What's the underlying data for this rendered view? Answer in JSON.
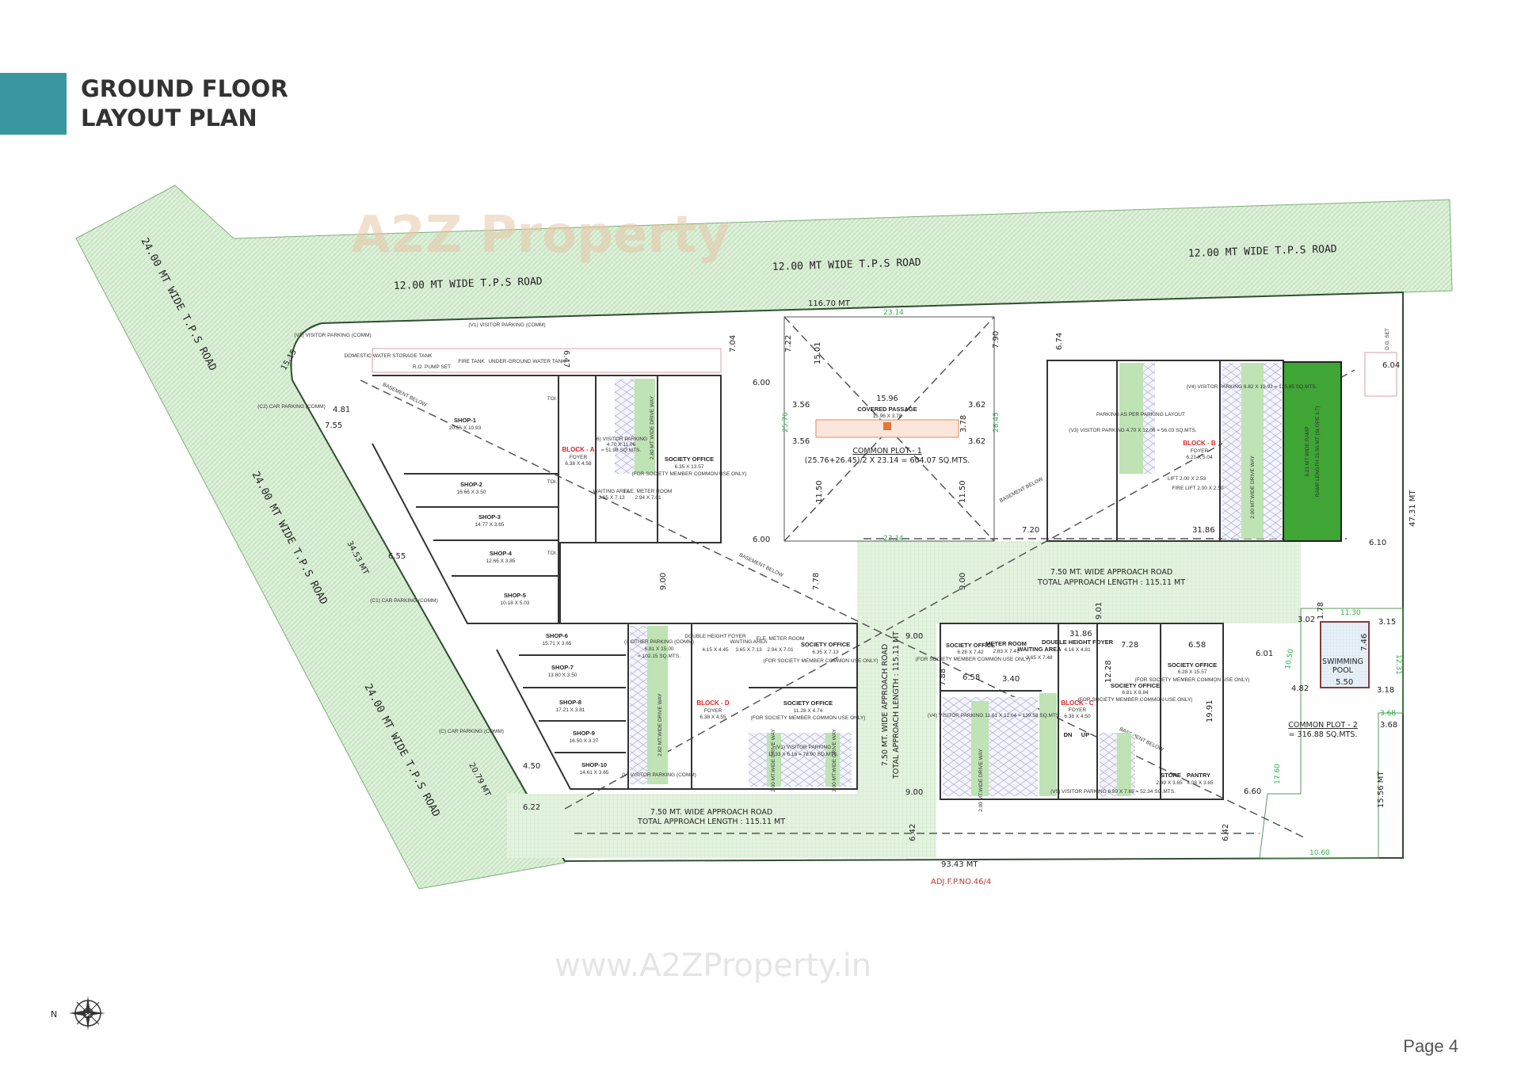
{
  "header": {
    "title_line1": "GROUND FLOOR",
    "title_line2": "LAYOUT PLAN",
    "accent_color": "#3a97a0"
  },
  "colors": {
    "road_green": "#cfe8cc",
    "ramp_green": "#3fa535",
    "driveway_green": "#bfe3b4",
    "block_label_red": "#e02424",
    "green_dimension": "#2db34a"
  },
  "watermark": {
    "logo": "A2Z Property",
    "url": "www.A2ZProperty.in"
  },
  "roads": {
    "top_road": "12.00 MT  WIDE  T.P.S  ROAD",
    "diagonal_road": "24.00 MT  WIDE  T.P.S  ROAD",
    "approach_road": "7.50 MT. WIDE APPROACH ROAD",
    "approach_length": "TOTAL APPROACH LENGTH : 115.11 MT",
    "approach_road_vertical": "7.50 MT. WIDE APPROACH ROAD",
    "approach_length_vertical": "TOTAL APPROACH LENGTH : 115.11 MT"
  },
  "boundary": {
    "top": "116.70 MT",
    "bottom": "93.43 MT",
    "right": "47.31 MT",
    "right_lower": "15.56 MT",
    "adjacent": "ADJ.F.P.NO.46/4"
  },
  "dimensions": {
    "d1515": "15.15",
    "d481": "4.81",
    "d755": "7.55",
    "d3453": "34.53 MT",
    "d655": "6.55",
    "d450": "4.50",
    "d622": "6.22",
    "d2079": "20.79 MT",
    "d600a": "6.00",
    "d600b": "6.00",
    "d704": "7.04",
    "d722": "7.22",
    "d1501": "15.01",
    "d790": "7.90",
    "d674": "6.74",
    "d647": "6.47",
    "d900a": "9.00",
    "d900b": "9.00",
    "d900c": "9.00",
    "d900d": "9.00",
    "d901": "9.01",
    "d778": "7.78",
    "d1150a": "11.50",
    "d1150b": "11.50",
    "d720": "7.20",
    "d3186": "31.86",
    "d601": "6.01",
    "d610": "6.10",
    "d604": "6.04",
    "d660": "6.60",
    "d642a": "6.42",
    "d642b": "6.42",
    "d2314a": "23.14",
    "d2314b": "23.14",
    "d1130": "11.30",
    "d1050": "10.50",
    "d1231": "12.31",
    "d368g": "3.68",
    "d368": "3.68",
    "d1060": "10.60",
    "d1760": "17.60"
  },
  "common_plot_1": {
    "covered_passage": "COVERED PASSAGE",
    "covered_size": "15.96 X 3.78",
    "width": "15.96",
    "left_top": "3.56",
    "left_bottom": "3.56",
    "right_top": "3.62",
    "right_bottom": "3.62",
    "height": "3.78",
    "left_green": "25.76",
    "right_green": "26.45",
    "title": "COMMON PLOT - 1",
    "formula": "(25.76+26.45)/2 X 23.14 = 604.07 SQ.MTS."
  },
  "common_plot_2": {
    "title": "COMMON PLOT - 2",
    "area": "= 316.88 SQ.MTS."
  },
  "swimming_pool": {
    "label_1": "SWIMMING",
    "label_2": "POOL",
    "width": "5.50",
    "length": "7.46",
    "d302": "3.02",
    "d315": "3.15",
    "d482": "4.82",
    "d318": "3.18",
    "d178": "1.78"
  },
  "shops": [
    {
      "name": "SHOP-1",
      "size": "20.56 X 10.93"
    },
    {
      "name": "SHOP-2",
      "size": "16.66 X 3.50"
    },
    {
      "name": "SHOP-3",
      "size": "14.77 X 3.65"
    },
    {
      "name": "SHOP-4",
      "size": "12.66 X 3.85"
    },
    {
      "name": "SHOP-5",
      "size": "10.18 X 5.03"
    },
    {
      "name": "SHOP-6",
      "size": "15.71 X 3.65"
    },
    {
      "name": "SHOP-7",
      "size": "13.80 X 3.50"
    },
    {
      "name": "SHOP-8",
      "size": "17.21 X 3.81"
    },
    {
      "name": "SHOP-9",
      "size": "16.50 X 3.37"
    },
    {
      "name": "SHOP-10",
      "size": "14.61 X 3.65"
    }
  ],
  "toilet": "TOI.",
  "basement_below": "BASEMENT BELOW",
  "utilities": {
    "visitor_v1": "(V1) VISITOR PARKING (COMM)",
    "visitor_v2": "(V2) VISITOR PARKING (COMM)",
    "car_c2": "(C2) CAR PARKING (COMM)",
    "car_c1": "(C1) CAR PARKING (COMM)",
    "car_c": "(C) CAR PARKING (COMM)",
    "domestic_tank": "DOMESTIC WATER STORAGE TANK",
    "pump": "R.O. PUMP SET",
    "fire_tank": "FIRE TANK",
    "ug_tank": "UNDER-GROUND WATER TANK",
    "dg_set": "D.G. SET"
  },
  "block_a": {
    "name": "BLOCK - A",
    "foyer": "FOYER",
    "foyer_size": "6.38 X 4.58",
    "society": "SOCIETY OFFICE",
    "society_size": "6.35 X 13.57",
    "society_note": "(FOR SOCIETY MEMBER COMMON USE ONLY)",
    "waiting": "WAITING AREA",
    "waiting_size": "3.65 X 7.13",
    "meter": "ELE. METER ROOM",
    "meter_size": "2.94 X 7.01",
    "parking": "(6) VISITOR PARKING",
    "parking_size": "4.70 X 11.06",
    "parking_area": "= 51.98 SQ.MTS.",
    "driveway": "2.80 MT WIDE DRIVE WAY"
  },
  "block_d": {
    "name": "BLOCK - D",
    "foyer": "FOYER",
    "foyer_size": "6.38 X 4.55",
    "dh_foyer": "DOUBLE HEIGHT FOYER",
    "dh_size": "4.15 X 4.45",
    "waiting": "WAITING AREA",
    "waiting_size": "3.65 X 7.13",
    "meter": "ELE. METER ROOM",
    "meter_size": "2.94 X 7.01",
    "society": "SOCIETY OFFICE",
    "society_size": "6.35 X 7.13",
    "society2": "SOCIETY OFFICE",
    "society2_size": "11.28 X 4.74",
    "note": "(FOR SOCIETY MEMBER COMMON USE ONLY)",
    "other_parking": "(ⅰ) OTHER PARKING (COMM)",
    "other_size": "6.81 X 15.00",
    "other_area": "= 102.15 SQ.MTS.",
    "visitor": "(V) VISITOR PARKING (COMM)",
    "driveway": "2.82 MT.WIDE DRIVE WAY",
    "driveway_small": "2.00 MT.WIDE DRIVE WAY",
    "v1": "(V1) VISITOR PARKING",
    "v1_size": "11.33 X 6.16 = 78.90 SQ.MTS."
  },
  "block_c": {
    "name": "BLOCK - C",
    "foyer": "FOYER",
    "foyer_size": "6.38 X 4.50",
    "society": "SOCIETY OFFICE",
    "society_size": "6.28 X 7.42",
    "meter": "METER ROOM",
    "meter_size": "2.83 X 7.41",
    "waiting": "WAITING AREA",
    "waiting_size": "3.65 X 7.48",
    "dh_foyer": "DOUBLE HEIGHT FOYER",
    "dh_size": "4.16 X 4.81",
    "society2": "SOCIETY OFFICE",
    "society2_size": "6.81 X 8.84",
    "society3": "SOCIETY OFFICE",
    "society3_size": "6.28 X 15.57",
    "note": "(FOR SOCIETY MEMBER COMMON USE ONLY)",
    "store": "STORE",
    "store_size": "2.49 X 3.65",
    "pantry": "PANTRY",
    "pantry_size": "4.08 X 3.65",
    "driveway": "2.00 MT.WIDE DRIVE WAY",
    "v4": "(V4) VISITOR PARKING 11.61 X 12.04 = 139.58 SQ.MTS.",
    "v5": "(V5) VISITOR PARKING 6.89 X 7.65 = 52.34 SQ.MTS.",
    "dn": "DN",
    "up": "UP",
    "d728": "7.28",
    "d658": "6.58",
    "d658b": "6.58",
    "d1228": "12.28",
    "d1991": "19.91",
    "d788": "7.88",
    "d340": "3.40"
  },
  "block_b": {
    "name": "BLOCK - B",
    "foyer": "FOYER",
    "foyer_size": "6.21 X 5.04",
    "parking_layout": "PARKING AS PER PARKING LAYOUT",
    "v3": "(V3) VISITOR PARKING 4.70 X 12.06 = 56.03 SQ.MTS.",
    "v4": "(V4) VISITOR PARKING 6.82 X 19.92 = 135.85 SQ.MTS.",
    "driveway": "2.00 MT.WIDE DRIVE WAY",
    "ramp": "6.21 MT WIDE RAMP",
    "ramp_length": "RAMP LENGTH 31.50 MT (SLOPE 1:7)",
    "lift": "LIFT 2.00 X 2.53",
    "fire_lift": "FIRE LIFT 2.00 X 2.50"
  },
  "compass": {
    "north": "N"
  },
  "footer": {
    "page": "Page 4"
  }
}
